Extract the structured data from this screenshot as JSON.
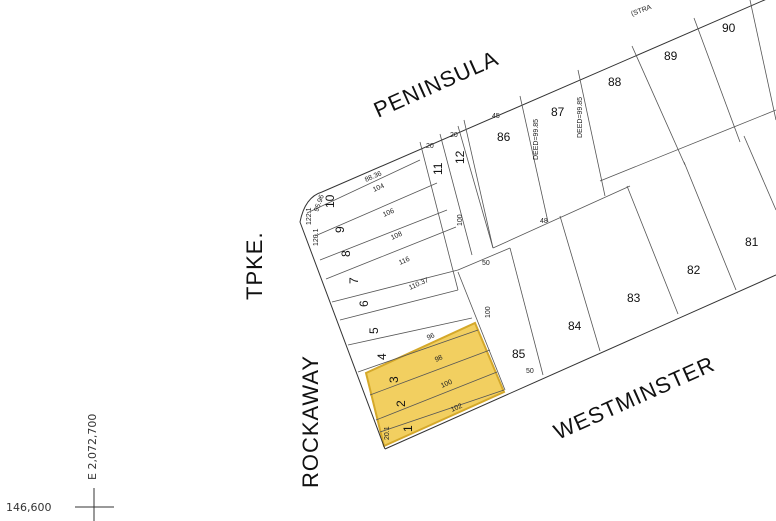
{
  "map": {
    "streets": {
      "top": "PENINSULA",
      "left_1": "ROCKAWAY",
      "left_2": "TPKE.",
      "bottom": "WESTMINSTER",
      "partial_top_right": "(STRA"
    },
    "highlight_color": "#f2cf60",
    "lots_left": [
      "10",
      "9",
      "8",
      "7",
      "6",
      "5",
      "4",
      "3",
      "2",
      "1"
    ],
    "lots_middle": [
      "11",
      "12",
      "85"
    ],
    "lots_right": [
      "86",
      "87",
      "88",
      "89",
      "90",
      "84",
      "83",
      "82",
      "81"
    ],
    "dimensions": [
      "88.36",
      "104",
      "106",
      "108",
      "116",
      "110.37",
      "96",
      "98",
      "100",
      "102",
      "20",
      "20",
      "100",
      "50",
      "48",
      "45",
      "100",
      "50"
    ],
    "vertical_dims": [
      "DEED=99.85",
      "DEED=99.85"
    ],
    "corner_dims": [
      "120.1",
      "122.1",
      "95.96"
    ],
    "small_dims": [
      "20.1"
    ],
    "coordinates": {
      "easting": "E 2,072,700",
      "northing": "146,600"
    }
  }
}
